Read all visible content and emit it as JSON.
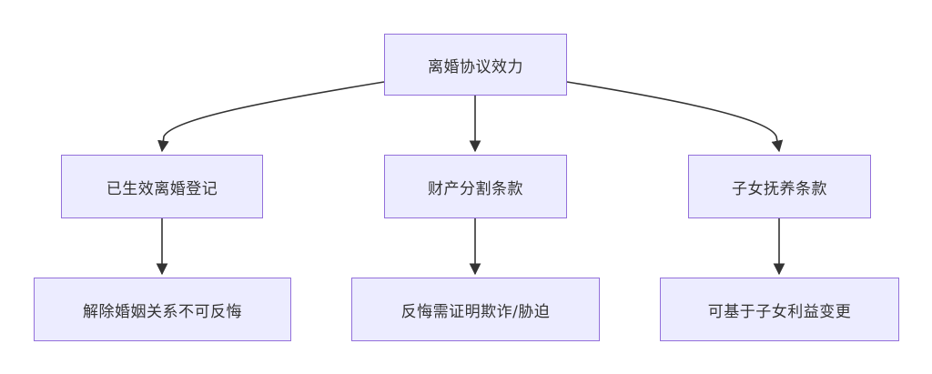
{
  "diagram": {
    "nodes": {
      "root": "离婚协议效力",
      "registered": "已生效离婚登记",
      "property": "财产分割条款",
      "children": "子女抚养条款",
      "cannot_revoke": "解除婚姻关系不可反悔",
      "fraud_proof": "反悔需证明欺诈/胁迫",
      "child_change": "可基于子女利益变更"
    },
    "edges": [
      {
        "from": "root",
        "to": "registered"
      },
      {
        "from": "root",
        "to": "property"
      },
      {
        "from": "root",
        "to": "children"
      },
      {
        "from": "registered",
        "to": "cannot_revoke"
      },
      {
        "from": "property",
        "to": "fraud_proof"
      },
      {
        "from": "children",
        "to": "child_change"
      }
    ]
  },
  "colors": {
    "node_fill": "#ececff",
    "node_border": "#9370db",
    "edge": "#333333",
    "text": "#333333"
  }
}
